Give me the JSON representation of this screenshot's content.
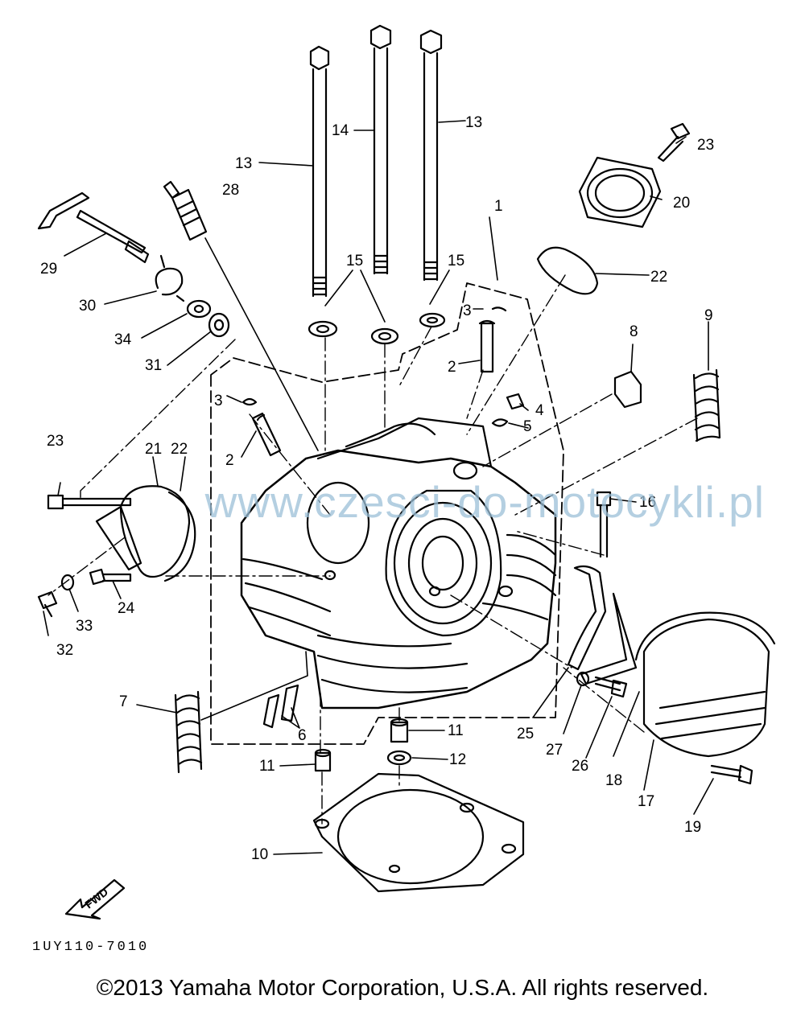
{
  "watermark": "www.czesci-do-motocykli.pl",
  "figure_code": "1UY110-7010",
  "fwd_label": "FWD",
  "copyright": "©2013 Yamaha Motor Corporation, U.S.A. All rights reserved.",
  "callouts": {
    "p1": "1",
    "p2a": "2",
    "p2b": "2",
    "p3a": "3",
    "p3b": "3",
    "p4": "4",
    "p5": "5",
    "p6": "6",
    "p7": "7",
    "p8": "8",
    "p9": "9",
    "p10": "10",
    "p11a": "11",
    "p11b": "11",
    "p12": "12",
    "p13a": "13",
    "p13b": "13",
    "p14": "14",
    "p15a": "15",
    "p15b": "15",
    "p16": "16",
    "p17": "17",
    "p18": "18",
    "p19": "19",
    "p20": "20",
    "p21": "21",
    "p22a": "22",
    "p22b": "22",
    "p23a": "23",
    "p23b": "23",
    "p24": "24",
    "p25": "25",
    "p26": "26",
    "p27": "27",
    "p28": "28",
    "p29": "29",
    "p30": "30",
    "p31": "31",
    "p32": "32",
    "p33": "33",
    "p34": "34"
  }
}
